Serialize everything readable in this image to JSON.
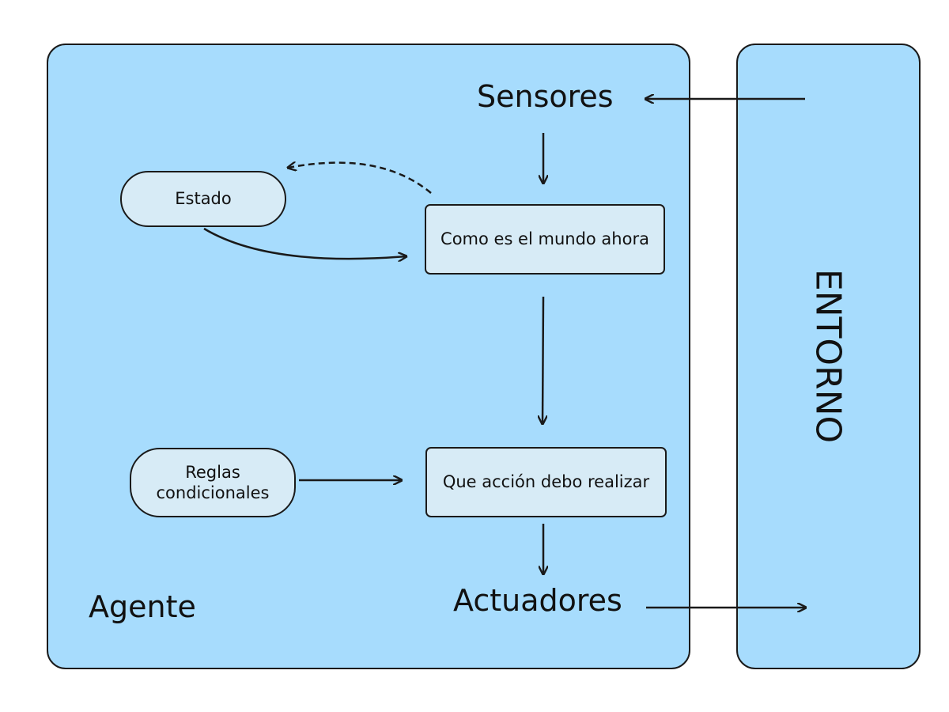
{
  "agent": {
    "label": "Agente"
  },
  "environment": {
    "label": "ENTORNO"
  },
  "sensors": {
    "label": "Sensores"
  },
  "actuators": {
    "label": "Actuadores"
  },
  "nodes": {
    "state": "Estado",
    "world_now": "Como es el mundo ahora",
    "rules": "Reglas condicionales",
    "action": "Que acción debo realizar"
  },
  "colors": {
    "panel_fill": "#a7dcfd",
    "node_fill": "#d7ebf6",
    "stroke": "#1a1a1a"
  }
}
